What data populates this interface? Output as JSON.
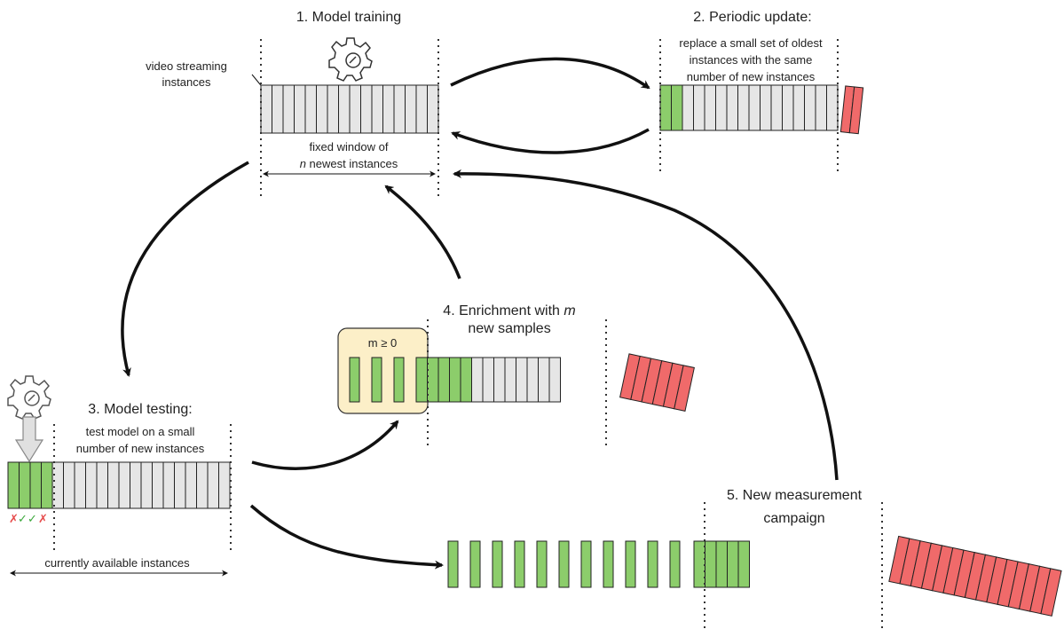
{
  "colors": {
    "gray": "#e6e6e6",
    "green": "#8ccd6b",
    "red": "#f06a6a",
    "highlight": "#fcefc8",
    "stroke": "#222222",
    "check_red": "#e64c4c",
    "check_green": "#3ca83c"
  },
  "icons": [
    "gear-icon",
    "gear-icon"
  ],
  "steps": {
    "training": {
      "title": "1. Model training"
    },
    "update": {
      "title": "2. Periodic update:"
    },
    "testing": {
      "title": "3. Model testing:"
    },
    "enrich": {
      "title_line1": "4. Enrichment with m",
      "title_line2": "new samples"
    },
    "campaign": {
      "title_line1": "5. New measurement",
      "title_line2": "campaign"
    }
  },
  "labels": {
    "video_line1": "video streaming",
    "video_line2": "instances",
    "window_line1": "fixed window of",
    "window_line2": "n newest instances",
    "update_line1": "replace a small set of oldest",
    "update_line2": "instances with the same",
    "update_line3": "number of new instances",
    "test_line1": "test model on a small",
    "test_line2": "number of new instances",
    "available": "currently available instances",
    "m_condition": "m ≥ 0",
    "checks": [
      "✗",
      "✓",
      "✓",
      "✗"
    ]
  }
}
